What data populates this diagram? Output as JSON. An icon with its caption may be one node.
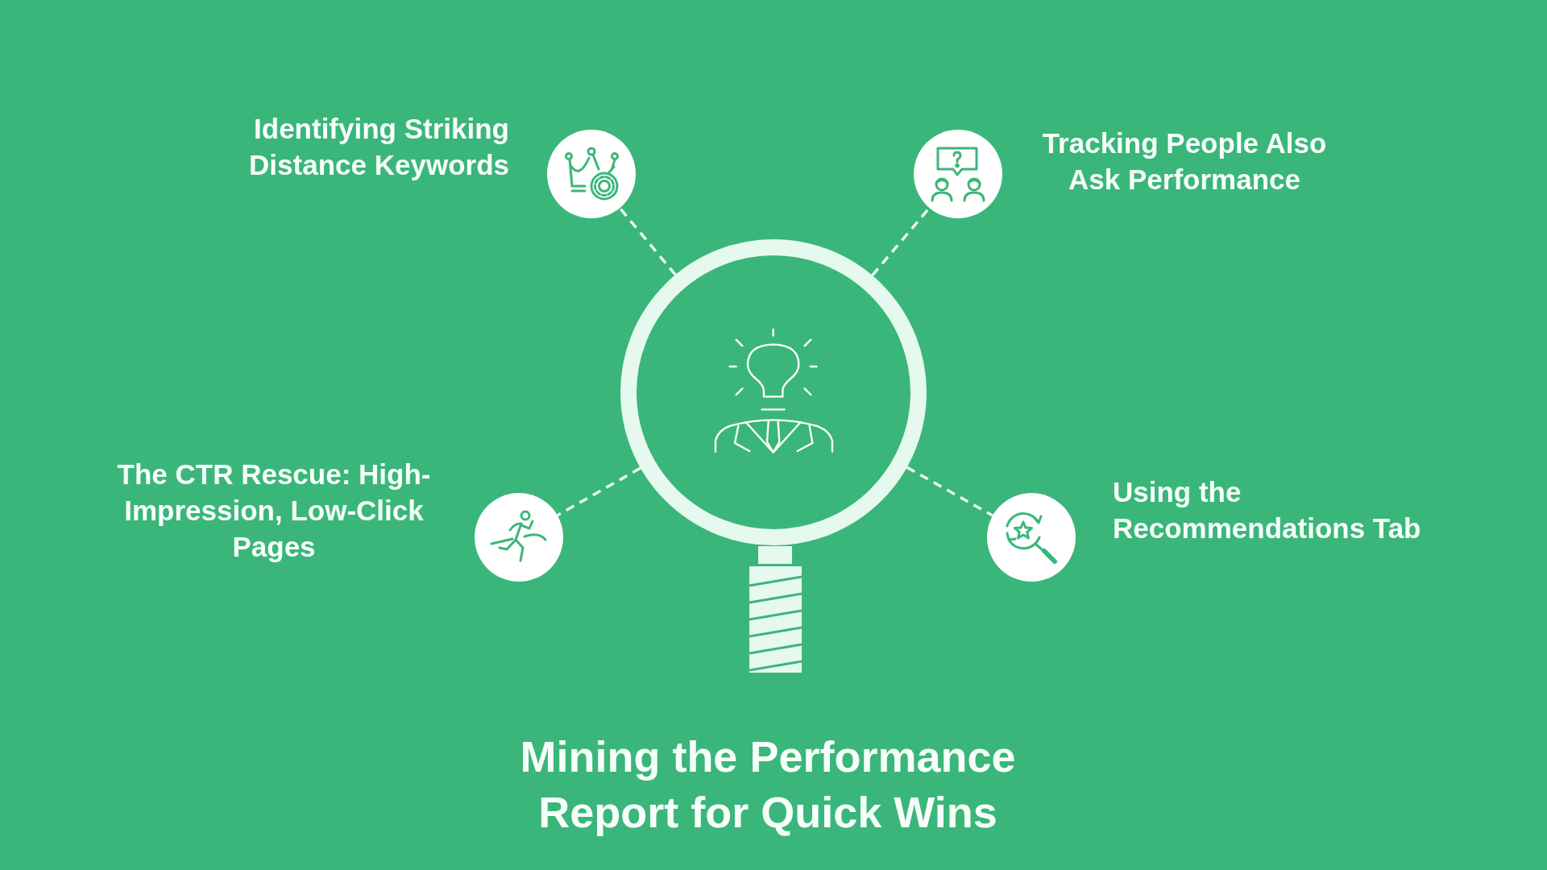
{
  "diagram": {
    "title": "Mining the Performance Report for Quick Wins",
    "nodes": [
      {
        "text": [],
        "shape": "circle",
        "beside": [
          "Identifying Striking Distance Keywords"
        ]
      },
      {
        "text": [],
        "shape": "circle",
        "beside": [
          "Tracking People Also Ask Performance"
        ]
      },
      {
        "text": [],
        "shape": "picture"
      },
      {
        "text": [],
        "shape": "circle",
        "beside": [
          "The CTR Rescue: High-Impression, Low-Click Pages"
        ]
      },
      {
        "text": [],
        "shape": "circle",
        "beside": [
          "Using the Recommendations Tab"
        ]
      }
    ],
    "edges": [
      {
        "from": 2,
        "to": 0,
        "arrow": "none",
        "style": "dashed"
      },
      {
        "from": 2,
        "to": 1,
        "arrow": "none",
        "style": "dashed"
      },
      {
        "from": 2,
        "to": 3,
        "arrow": "none",
        "style": "dashed"
      },
      {
        "from": 2,
        "to": 4,
        "arrow": "none",
        "style": "dashed"
      }
    ]
  }
}
